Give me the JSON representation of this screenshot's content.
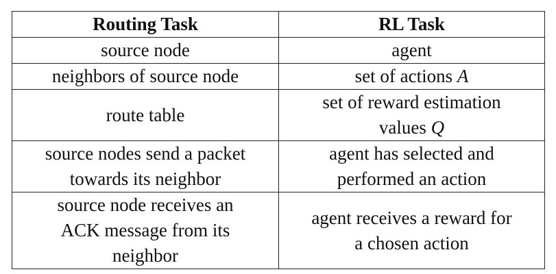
{
  "table": {
    "headers": [
      "Routing Task",
      "RL Task"
    ],
    "rows": [
      {
        "routing": [
          "source node"
        ],
        "rl": [
          "agent"
        ]
      },
      {
        "routing": [
          "neighbors of source node"
        ],
        "rl": [
          "set of actions",
          "A"
        ]
      },
      {
        "routing": [
          "route table"
        ],
        "rl": [
          "set of reward estimation",
          "values",
          "Q"
        ]
      },
      {
        "routing": [
          "source nodes send a packet",
          "towards its neighbor"
        ],
        "rl": [
          "agent has selected and",
          "performed an action"
        ]
      },
      {
        "routing": [
          "source node receives an",
          "ACK message from its",
          "neighbor"
        ],
        "rl": [
          "agent receives a reward for",
          "a chosen action"
        ]
      }
    ]
  }
}
